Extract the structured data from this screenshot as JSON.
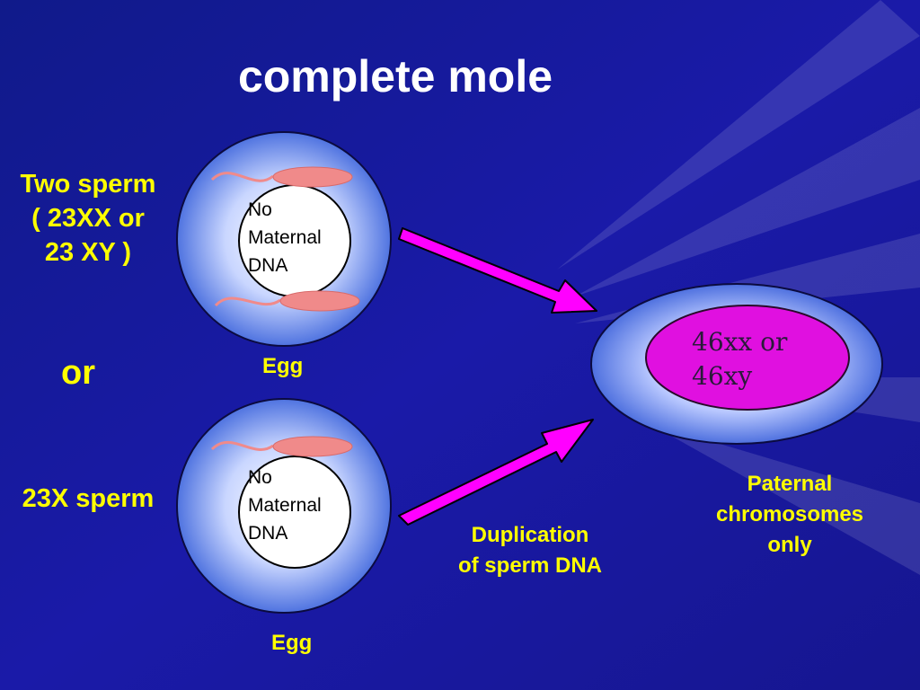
{
  "title": "complete mole",
  "labels": {
    "two_sperm": [
      "Two sperm",
      "( 23XX or",
      "23 XY )"
    ],
    "or": "or",
    "one_sperm": "23X sperm",
    "egg_top": "Egg",
    "egg_bottom": "Egg"
  },
  "egg_nucleus_top": [
    "No",
    "Maternal",
    "DNA"
  ],
  "egg_nucleus_bottom": [
    "No",
    "Maternal",
    "DNA"
  ],
  "result_karyotype": [
    "46xx or",
    "46xy"
  ],
  "captions": {
    "duplication": [
      "Duplication",
      "of sperm DNA"
    ],
    "paternal": [
      "Paternal",
      "chromosomes",
      "only"
    ]
  },
  "colors": {
    "background": "#16169a",
    "egg_outer": "#5a7fe6",
    "nucleus": "#ffffff",
    "sperm": "#f08a8a",
    "arrow": "#ff00ff",
    "result_nucleus": "#e010e0",
    "label_text": "#ffff00",
    "title_text": "#ffffff"
  }
}
